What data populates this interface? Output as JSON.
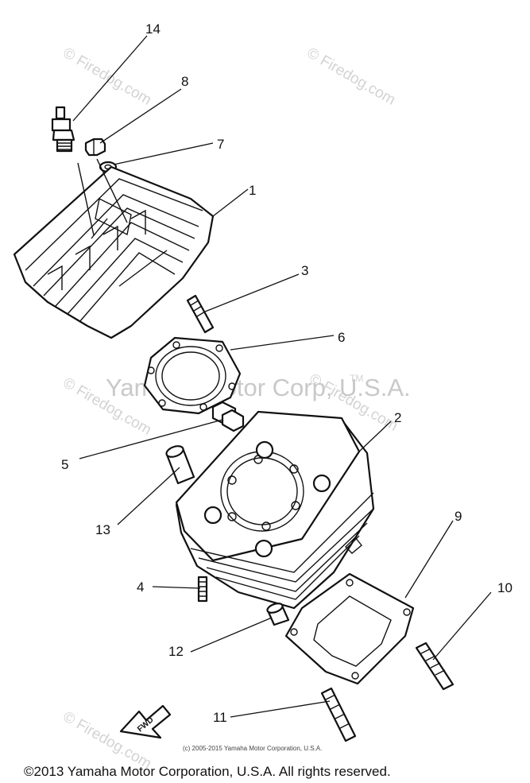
{
  "callouts": [
    {
      "id": "14",
      "label": "14"
    },
    {
      "id": "8",
      "label": "8"
    },
    {
      "id": "7",
      "label": "7"
    },
    {
      "id": "1",
      "label": "1"
    },
    {
      "id": "3",
      "label": "3"
    },
    {
      "id": "6",
      "label": "6"
    },
    {
      "id": "2",
      "label": "2"
    },
    {
      "id": "5",
      "label": "5"
    },
    {
      "id": "13",
      "label": "13"
    },
    {
      "id": "9",
      "label": "9"
    },
    {
      "id": "10",
      "label": "10"
    },
    {
      "id": "4",
      "label": "4"
    },
    {
      "id": "12",
      "label": "12"
    },
    {
      "id": "11",
      "label": "11"
    }
  ],
  "watermark": {
    "site": "© Firedog.com",
    "center": "Yamaha Motor Corp, U.S.A.",
    "trademark": "TM"
  },
  "fwd_arrow_label": "FWD",
  "small_credit": "(c) 2005-2015 Yamaha Motor Corporation, U.S.A.",
  "footer": "©2013 Yamaha Motor Corporation, U.S.A. All rights reserved."
}
